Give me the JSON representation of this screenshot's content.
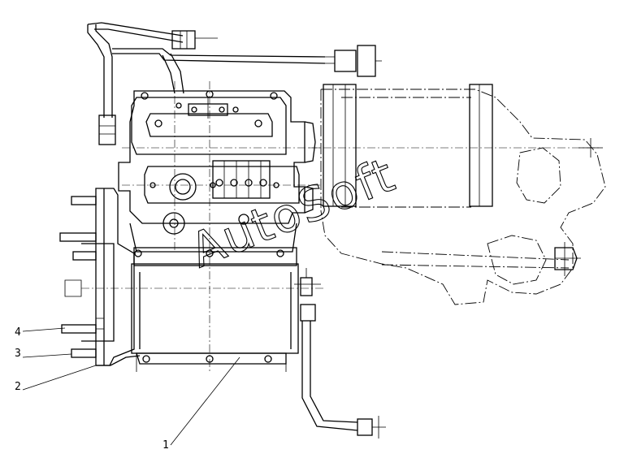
{
  "watermark": "AutoSoft",
  "callouts": [
    {
      "id": "4",
      "label": "4"
    },
    {
      "id": "3",
      "label": "3"
    },
    {
      "id": "2",
      "label": "2"
    },
    {
      "id": "1",
      "label": "1"
    }
  ],
  "colors": {
    "line": "#000000",
    "background": "#ffffff"
  }
}
